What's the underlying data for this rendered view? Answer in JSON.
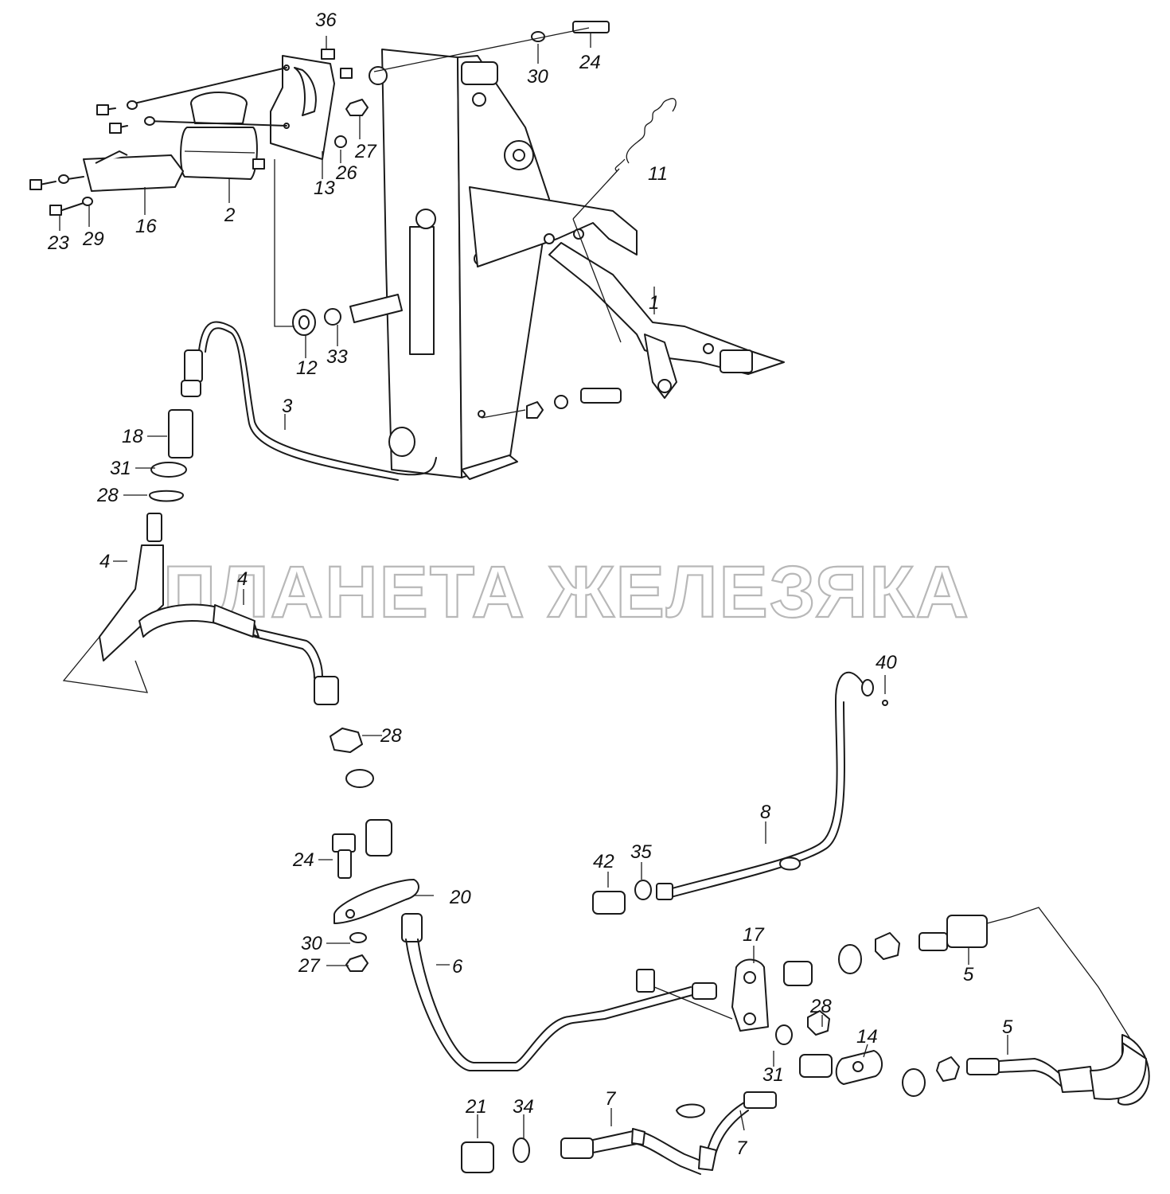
{
  "watermark": "ПЛАНЕТА ЖЕЛЕЗЯКА",
  "labels": [
    {
      "id": "36",
      "text": "36"
    },
    {
      "id": "30-top",
      "text": "30"
    },
    {
      "id": "24-top",
      "text": "24"
    },
    {
      "id": "27-top",
      "text": "27"
    },
    {
      "id": "26",
      "text": "26"
    },
    {
      "id": "13",
      "text": "13"
    },
    {
      "id": "11",
      "text": "11"
    },
    {
      "id": "2",
      "text": "2"
    },
    {
      "id": "16",
      "text": "16"
    },
    {
      "id": "23",
      "text": "23"
    },
    {
      "id": "29",
      "text": "29"
    },
    {
      "id": "1",
      "text": "1"
    },
    {
      "id": "12",
      "text": "12"
    },
    {
      "id": "33",
      "text": "33"
    },
    {
      "id": "3",
      "text": "3"
    },
    {
      "id": "18",
      "text": "18"
    },
    {
      "id": "31-top",
      "text": "31"
    },
    {
      "id": "28-top",
      "text": "28"
    },
    {
      "id": "4-left",
      "text": "4"
    },
    {
      "id": "4-mid",
      "text": "4"
    },
    {
      "id": "40",
      "text": "40"
    },
    {
      "id": "28-mid",
      "text": "28"
    },
    {
      "id": "8",
      "text": "8"
    },
    {
      "id": "24-bot",
      "text": "24"
    },
    {
      "id": "42",
      "text": "42"
    },
    {
      "id": "35",
      "text": "35"
    },
    {
      "id": "20",
      "text": "20"
    },
    {
      "id": "17",
      "text": "17"
    },
    {
      "id": "30-bot",
      "text": "30"
    },
    {
      "id": "6",
      "text": "6"
    },
    {
      "id": "27-bot",
      "text": "27"
    },
    {
      "id": "5-upper",
      "text": "5"
    },
    {
      "id": "28-bot",
      "text": "28"
    },
    {
      "id": "31-bot",
      "text": "31"
    },
    {
      "id": "14",
      "text": "14"
    },
    {
      "id": "5-lower",
      "text": "5"
    },
    {
      "id": "21",
      "text": "21"
    },
    {
      "id": "34",
      "text": "34"
    },
    {
      "id": "7-left",
      "text": "7"
    },
    {
      "id": "7-right",
      "text": "7"
    }
  ]
}
